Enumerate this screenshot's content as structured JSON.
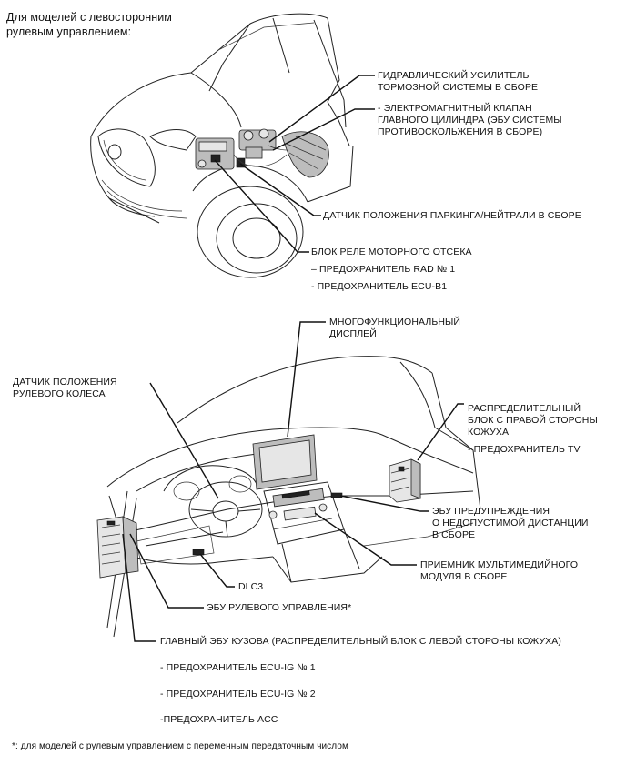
{
  "header": "Для моделей с левосторонним\nрулевым управлением:",
  "labels": {
    "hydraulic_booster_1": "ГИДРАВЛИЧЕСКИЙ УСИЛИТЕЛЬ",
    "hydraulic_booster_2": "ТОРМОЗНОЙ СИСТЕМЫ В СБОРЕ",
    "solenoid_1": "- ЭЛЕКТРОМАГНИТНЫЙ КЛАПАН",
    "solenoid_2": "ГЛАВНОГО ЦИЛИНДРА (ЭБУ СИСТЕМЫ",
    "solenoid_3": "ПРОТИВОСКОЛЬЖЕНИЯ В СБОРЕ)",
    "park_neutral": "ДАТЧИК ПОЛОЖЕНИЯ ПАРКИНГА/НЕЙТРАЛИ В СБОРЕ",
    "engine_relay": "БЛОК РЕЛЕ МОТОРНОГО ОТСЕКА",
    "fuse_rad": "– ПРЕДОХРАНИТЕЛЬ RAD № 1",
    "fuse_ecub1": "- ПРЕДОХРАНИТЕЛЬ ECU-B1",
    "multi_display_1": "МНОГОФУНКЦИОНАЛЬНЫЙ",
    "multi_display_2": "ДИСПЛЕЙ",
    "steering_sensor_1": "ДАТЧИК ПОЛОЖЕНИЯ",
    "steering_sensor_2": "РУЛЕВОГО КОЛЕСА",
    "rh_junction_1": "РАСПРЕДЕЛИТЕЛЬНЫЙ",
    "rh_junction_2": "БЛОК С ПРАВОЙ СТОРОНЫ",
    "rh_junction_3": "КОЖУХА",
    "fuse_tv": "- ПРЕДОХРАНИТЕЛЬ TV",
    "distance_ecu_1": "ЭБУ ПРЕДУПРЕЖДЕНИЯ",
    "distance_ecu_2": "О НЕДОПУСТИМОЙ ДИСТАНЦИИ",
    "distance_ecu_3": "В СБОРЕ",
    "multimedia_1": "ПРИЕМНИК МУЛЬТИМЕДИЙНОГО",
    "multimedia_2": "МОДУЛЯ В СБОРЕ",
    "dlc3": "DLC3",
    "steering_ecu": "ЭБУ РУЛЕВОГО УПРАВЛЕНИЯ*",
    "main_body_ecu": "ГЛАВНЫЙ ЭБУ КУЗОВА (РАСПРЕДЕЛИТЕЛЬНЫЙ БЛОК С ЛЕВОЙ СТОРОНЫ КОЖУХА)",
    "fuse_ecuig1": "- ПРЕДОХРАНИТЕЛЬ ECU-IG № 1",
    "fuse_ecuig2": "- ПРЕДОХРАНИТЕЛЬ ECU-IG № 2",
    "fuse_acc": "-ПРЕДОХРАНИТЕЛЬ ACC"
  },
  "footnote": "*: для моделей с рулевым управлением с переменным передаточным числом"
}
